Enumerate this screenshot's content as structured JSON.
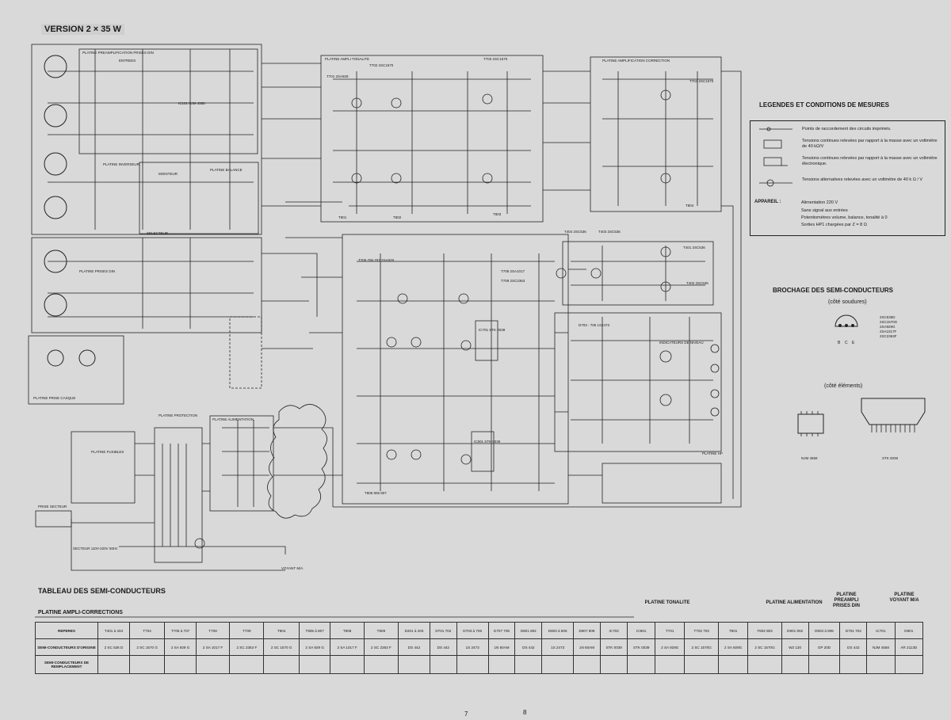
{
  "version_label": "VERSION 2 × 35 W",
  "legend": {
    "title": "LEGENDES ET CONDITIONS DE MESURES",
    "items": [
      "Points de raccordement des circuits imprimés.",
      "Tensions continues relevées par rapport à la masse avec un voltmètre de 40 kΩ/V",
      "Tensions continues relevées par rapport à la masse avec un voltmètre électronique.",
      "Tensions alternatives relevées avec un voltmètre de 40 k Ω / V"
    ],
    "appareil_label": "APPAREIL :",
    "appareil_lines": [
      "Alimentation 220 V",
      "Sans signal aux entrées",
      "Potentiomètres volume, balance, tonalité à 0",
      "Sorties HP1 chargées par Z = 8 Ω"
    ]
  },
  "brochage": {
    "title": "BROCHAGE DES SEMI-CONDUCTEURS",
    "soudures_label": "(côté soudures)",
    "pins": [
      "B",
      "C",
      "E"
    ],
    "transistor_list": [
      "2SC536D",
      "2SC1570G",
      "2SA929G",
      "2SA1017F",
      "2SC2363F"
    ],
    "elements_label": "(côté éléments)",
    "chip1": "NJM 4558",
    "chip2": "STK 0039"
  },
  "schematic": {
    "blocks": [
      "PLATINE PREAMPLIFICATION PRISES DIN",
      "ENTREES",
      "IC101 NJM 4558",
      "PLATINE AMPLI TONALITE",
      "PLATINE AMPLIFICATION CORRECTION",
      "PLATINE INVERSEUR",
      "SELECTEUR",
      "MONITEUR",
      "PLATINE BALANCE",
      "PLATINE PRISES DIN",
      "PLATINE PRISE CASQUE",
      "PLATINE ALIMENTATION",
      "PLATINE PROTECTION",
      "VOYANT M/A",
      "PRISE SECTEUR",
      "PLATINE FUSIBLES",
      "INDICATEURS DE NIVEAU",
      "PLATINE HP"
    ],
    "transistor_labels": [
      "T702 2SC1570",
      "T701 2SA929",
      "T703 2SC1570",
      "T704 2SC1570",
      "T801",
      "T802",
      "T803",
      "T804",
      "T404 2SC536",
      "T403 2SC536",
      "T401 2SC536",
      "T402 2SC536",
      "T705 706 707 2SA929",
      "T708 2SA1017",
      "T709 2SC2363",
      "T805 806 807",
      "IC701 STK 0039",
      "IC801 STK 0039",
      "D703 - 706 1S2473"
    ],
    "mains_label": "SECTEUR 110V-220V 50Hz"
  },
  "table": {
    "title": "TABLEAU DES SEMI-CONDUCTEURS",
    "subtitle": "PLATINE AMPLI-CORRECTIONS",
    "group_headers": [
      "PLATINE TONALITE",
      "PLATINE ALIMENTATION",
      "PLATINE PREAMPLI PRISES DIN",
      "PLATINE VOYANT M/A"
    ],
    "row_headers": [
      "REPERES",
      "SEMI-CONDUCTEURS D'ORIGINE",
      "SEMI-CONDUCTEURS DE REMPLACEMENT"
    ],
    "reperes": [
      "T401 à 404",
      "T704",
      "T705 à 707",
      "T708",
      "T709",
      "T804",
      "T805 à 807",
      "T808",
      "T809",
      "D401 à 403",
      "D701 702",
      "D703 à 706",
      "D707 708",
      "D801 802",
      "D803 à 806",
      "D807 808",
      "IC702",
      "IC801",
      "T701",
      "T702 703",
      "T801",
      "T802 803",
      "D901 902",
      "D903 à 906",
      "D701 702",
      "IC701",
      "D901"
    ],
    "origine": [
      "2 SC 536 D",
      "2 SC 1570 G",
      "2 SA 929 G",
      "2 SA 1017 F",
      "2 SC 2363 F",
      "2 SC 1570 G",
      "2 SA 929 G",
      "2 SA 1017 F",
      "2 SC 2363 F",
      "DS 442",
      "DS 442",
      "1S 2473",
      "1N 60AM",
      "DS 442",
      "1S 2473",
      "1N 60AM",
      "STK 0039",
      "STK 0039",
      "2 SA 929G",
      "2 SC 1570G",
      "2 SA 929G",
      "2 SC 1570G",
      "W2 130",
      "GP 20D",
      "DS 442",
      "NJM 4558",
      "AR 2113D"
    ]
  },
  "page_numbers": [
    "7",
    "8"
  ]
}
